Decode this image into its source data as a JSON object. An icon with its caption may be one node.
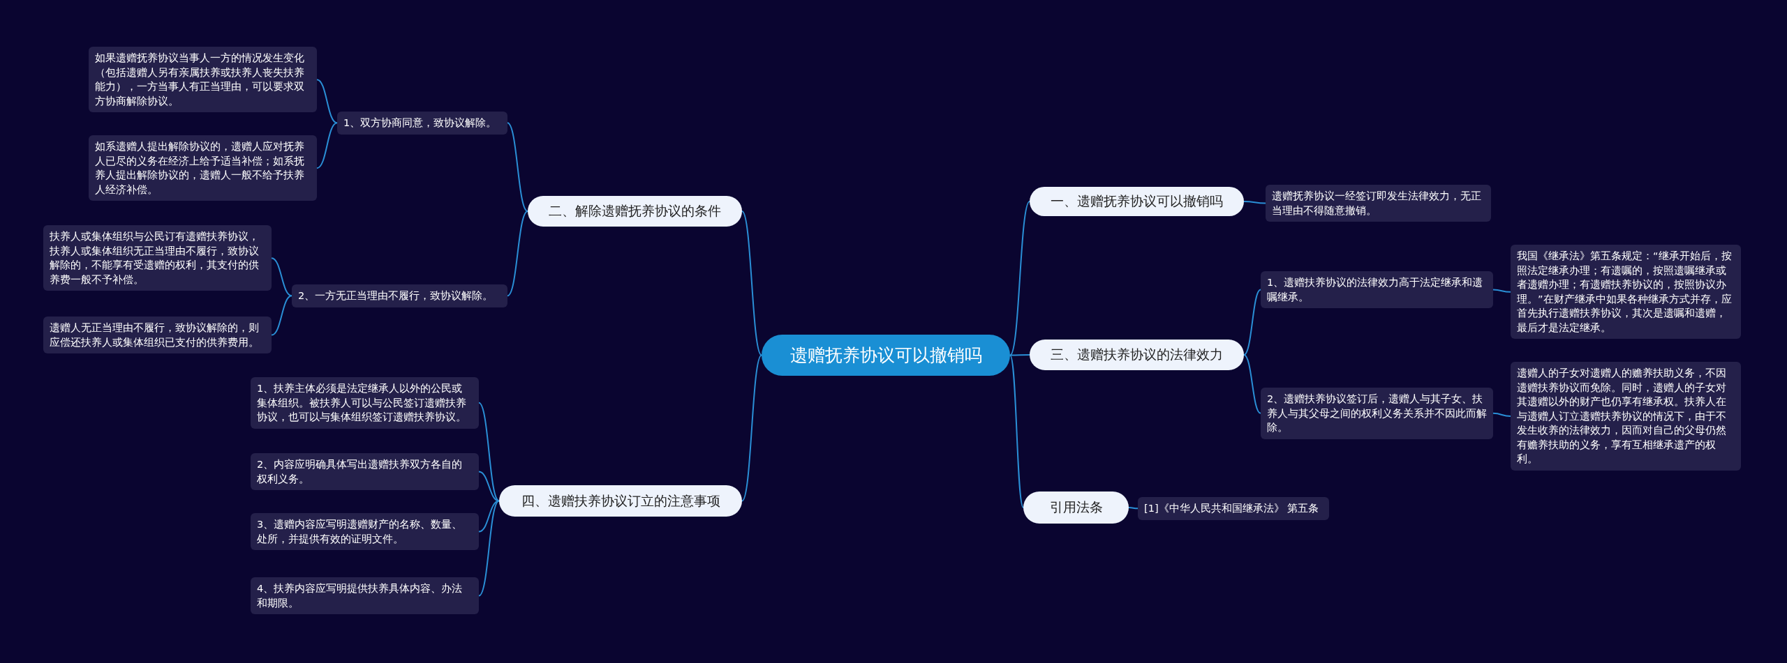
{
  "diagram": {
    "nodes": [
      {
        "text": [
          "遗赠抚养协议可以撤销吗"
        ]
      },
      {
        "text": [
          "一、遗赠抚养协议可以撤销吗"
        ]
      },
      {
        "text": [
          "遗赠抚养协议一经签订即发生法律效力，无正当理由不得随意撤销。"
        ]
      },
      {
        "text": [
          "三、遗赠扶养协议的法律效力"
        ]
      },
      {
        "text": [
          "1、遗赠扶养协议的法律效力高于法定继承和遗嘱继承。"
        ]
      },
      {
        "text": [
          "我国《继承法》第五条规定：“继承开始后，按照法定继承办理；有遗嘱的，按照遗嘱继承或者遗赠办理；有遗赠扶养协议的，按照协议办理。”在财产继承中如果各种继承方式并存，应首先执行遗赠扶养协议，其次是遗嘱和遗赠，最后才是法定继承。"
        ]
      },
      {
        "text": [
          "2、遗赠扶养协议签订后，遗赠人与其子女、扶养人与其父母之间的权利义务关系并不因此而解除。"
        ]
      },
      {
        "text": [
          "遗赠人的子女对遗赠人的赡养扶助义务，不因遗赠扶养协议而免除。同时，遗赠人的子女对其遗赠以外的财产也仍享有继承权。扶养人在与遗赠人订立遗赠扶养协议的情况下，由于不发生收养的法律效力，因而对自己的父母仍然有赡养扶助的义务，享有互相继承遗产的权利。"
        ]
      },
      {
        "text": [
          "引用法条"
        ]
      },
      {
        "text": [
          "[1]《中华人民共和国继承法》 第五条"
        ]
      },
      {
        "text": [
          "二、解除遗赠抚养协议的条件"
        ]
      },
      {
        "text": [
          "1、双方协商同意，致协议解除。"
        ]
      },
      {
        "text": [
          "如果遗赠抚养协议当事人一方的情况发生变化（包括遗赠人另有亲属扶养或扶养人丧失扶养能力），一方当事人有正当理由，可以要求双方协商解除协议。"
        ]
      },
      {
        "text": [
          "如系遗赠人提出解除协议的，遗赠人应对抚养人已尽的义务在经济上给予适当补偿；如系抚养人提出解除协议的，遗赠人一般不给予扶养人经济补偿。"
        ]
      },
      {
        "text": [
          "2、一方无正当理由不履行，致协议解除。"
        ]
      },
      {
        "text": [
          "扶养人或集体组织与公民订有遗赠扶养协议，扶养人或集体组织无正当理由不履行，致协议解除的，不能享有受遗赠的权利，其支付的供养费一般不予补偿。"
        ]
      },
      {
        "text": [
          "遗赠人无正当理由不履行，致协议解除的，则应偿还扶养人或集体组织已支付的供养费用。"
        ]
      },
      {
        "text": [
          "四、遗赠扶养协议订立的注意事项"
        ]
      },
      {
        "text": [
          "1、扶养主体必须是法定继承人以外的公民或集体组织。被扶养人可以与公民签订遗赠扶养协议，也可以与集体组织签订遗赠扶养协议。"
        ]
      },
      {
        "text": [
          "2、内容应明确具体写出遗赠扶养双方各自的权利义务。"
        ]
      },
      {
        "text": [
          "3、遗赠内容应写明遗赠财产的名称、数量、处所，并提供有效的证明文件。"
        ]
      },
      {
        "text": [
          "4、扶养内容应写明提供扶养具体内容、办法和期限。"
        ]
      }
    ],
    "edges": [
      {
        "from": 0,
        "to": 1,
        "arrow": "none"
      },
      {
        "from": 1,
        "to": 2,
        "arrow": "none"
      },
      {
        "from": 0,
        "to": 3,
        "arrow": "none"
      },
      {
        "from": 3,
        "to": 4,
        "arrow": "none"
      },
      {
        "from": 4,
        "to": 5,
        "arrow": "none"
      },
      {
        "from": 3,
        "to": 6,
        "arrow": "none"
      },
      {
        "from": 6,
        "to": 7,
        "arrow": "none"
      },
      {
        "from": 0,
        "to": 8,
        "arrow": "none"
      },
      {
        "from": 8,
        "to": 9,
        "arrow": "none"
      },
      {
        "from": 0,
        "to": 10,
        "arrow": "none"
      },
      {
        "from": 10,
        "to": 11,
        "arrow": "none"
      },
      {
        "from": 11,
        "to": 12,
        "arrow": "none"
      },
      {
        "from": 11,
        "to": 13,
        "arrow": "none"
      },
      {
        "from": 10,
        "to": 14,
        "arrow": "none"
      },
      {
        "from": 14,
        "to": 15,
        "arrow": "none"
      },
      {
        "from": 14,
        "to": 16,
        "arrow": "none"
      },
      {
        "from": 0,
        "to": 17,
        "arrow": "none"
      },
      {
        "from": 17,
        "to": 18,
        "arrow": "none"
      },
      {
        "from": 17,
        "to": 19,
        "arrow": "none"
      },
      {
        "from": 17,
        "to": 20,
        "arrow": "none"
      },
      {
        "from": 17,
        "to": 21,
        "arrow": "none"
      }
    ]
  }
}
